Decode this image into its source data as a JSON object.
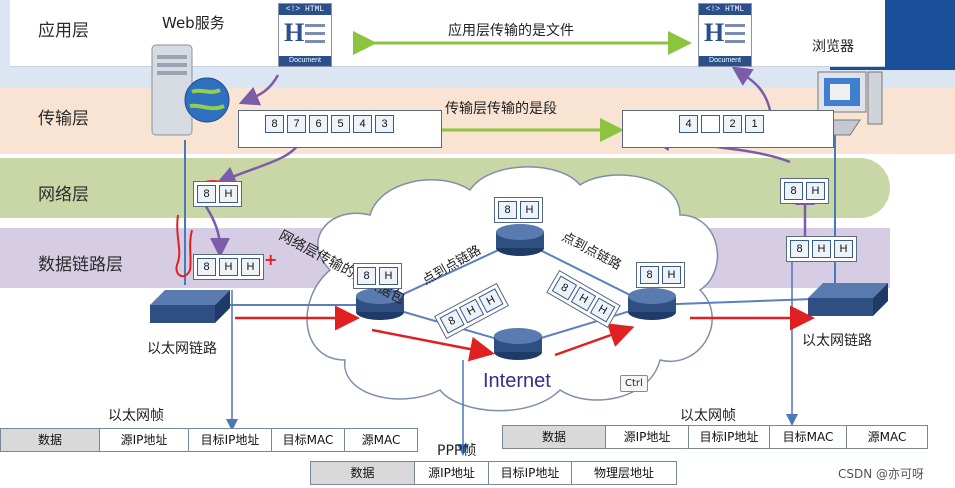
{
  "layers": {
    "application": "应用层",
    "transport": "传输层",
    "network": "网络层",
    "datalink": "数据链路层"
  },
  "hosts": {
    "server": "Web服务",
    "browser": "浏览器"
  },
  "document": {
    "header": "<!> HTML",
    "footer": "Document"
  },
  "annotations": {
    "app_transfer": "应用层传输的是文件",
    "transport_transfer": "传输层传输的是段",
    "network_transfer": "网络层传输的是数据包",
    "p2p_link_left": "点到点链路",
    "p2p_link_right": "点到点链路",
    "internet": "Internet",
    "ctrl_key": "Ctrl",
    "ethernet_link_left": "以太网链路",
    "ethernet_link_right": "以太网链路",
    "ethernet_frame_left": "以太网帧",
    "ethernet_frame_right": "以太网帧",
    "ppp_frame": "PPP帧",
    "watermark": "CSDN @亦可呀",
    "red_plus": "+"
  },
  "segments": {
    "server": [
      "8",
      "7",
      "6",
      "5",
      "4",
      "3"
    ],
    "browser": [
      "4",
      "",
      "2",
      "1"
    ]
  },
  "packets": {
    "server_net": [
      "8",
      "H"
    ],
    "server_link": [
      "8",
      "H",
      "H"
    ],
    "cloud_top": [
      "8",
      "H"
    ],
    "cloud_left": [
      "8",
      "H"
    ],
    "cloud_right": [
      "8",
      "H"
    ],
    "link_mid_left": [
      "8",
      "H",
      "H"
    ],
    "link_mid_right": [
      "8",
      "H",
      "H"
    ],
    "browser_net": [
      "8",
      "H"
    ],
    "browser_link": [
      "8",
      "H",
      "H"
    ]
  },
  "frames": {
    "left": [
      "数据",
      "源IP地址",
      "目标IP地址",
      "目标MAC",
      "源MAC"
    ],
    "right": [
      "数据",
      "源IP地址",
      "目标IP地址",
      "目标MAC",
      "源MAC"
    ],
    "ppp": [
      "数据",
      "源IP地址",
      "目标IP地址",
      "物理层地址"
    ]
  },
  "colors": {
    "application_band": "#dbe6f2",
    "transport_band": "#f9e4d4",
    "network_band": "#c9d6a6",
    "datalink_band": "#d6cde4",
    "title_bar": "#1c4f9a",
    "arrow_green": "#8cc33f",
    "arrow_purple": "#7b5ca8",
    "arrow_red": "#e02020",
    "internet_text": "#3c2a86"
  }
}
